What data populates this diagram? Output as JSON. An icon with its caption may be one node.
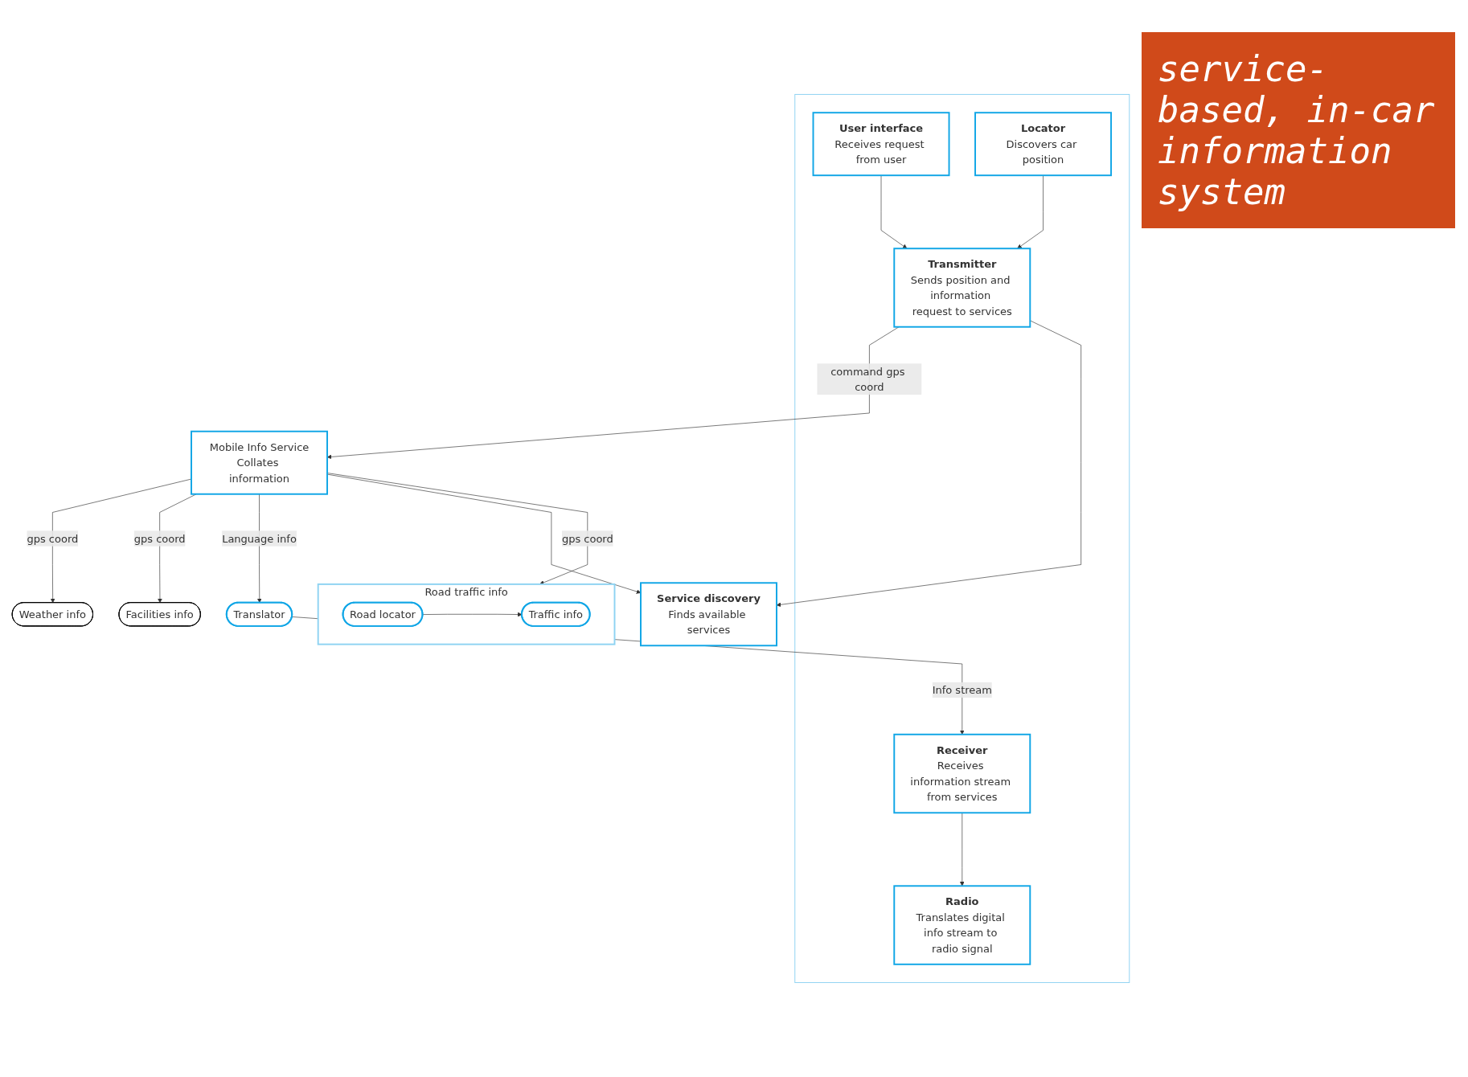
{
  "diagram": {
    "nodes": [
      {
        "text": [
          "Weather info"
        ]
      },
      {
        "text": [
          "Facilities info"
        ]
      },
      {
        "text": [
          "Road traffic info"
        ]
      },
      {
        "text": [
          "Road locator"
        ],
        "in": 2
      },
      {
        "text": [
          "Traffic info"
        ],
        "in": 2
      },
      {
        "text": [
          "Translator"
        ]
      },
      {
        "text": [
          "Mobile Info Service",
          "Collates information"
        ]
      },
      {
        "text": [
          "Service discovery",
          "Finds available services"
        ]
      },
      {
        "text": [],
        "shape": "box"
      },
      {
        "text": [
          "Receiver",
          "Receives information stream from services"
        ],
        "in": 8
      },
      {
        "text": [
          "Transmitter",
          "Sends position and information request to services"
        ],
        "in": 8
      },
      {
        "text": [
          "User interface",
          "Receives request from user"
        ],
        "in": 8
      },
      {
        "text": [
          "Radio",
          "Translates digital info stream to radio signal"
        ],
        "in": 8
      },
      {
        "text": [
          "Locator",
          "Discovers car position"
        ],
        "in": 8
      }
    ],
    "edges": [
      {
        "from": 3,
        "to": 4,
        "arrow": "to"
      },
      {
        "from": 6,
        "to": 0,
        "arrow": "to",
        "label": "gps coord"
      },
      {
        "from": 6,
        "to": 1,
        "arrow": "to",
        "label": "gps coord"
      },
      {
        "from": 6,
        "to": 2,
        "arrow": "to",
        "label": "gps coord"
      },
      {
        "from": 6,
        "to": 5,
        "arrow": "to",
        "label": "Language info"
      },
      {
        "from": 6,
        "to": 7,
        "arrow": "to"
      },
      {
        "from": 5,
        "to": 9,
        "arrow": "to",
        "label": "Info stream"
      },
      {
        "from": 10,
        "to": 6,
        "arrow": "to",
        "label": "command gps coord"
      },
      {
        "from": 10,
        "to": 7,
        "arrow": "to"
      },
      {
        "from": 11,
        "to": 10,
        "arrow": "to"
      },
      {
        "from": 9,
        "to": 12,
        "arrow": "to"
      },
      {
        "from": 13,
        "to": 10,
        "arrow": "to"
      }
    ],
    "labels": [
      "service-based, in-car information system"
    ]
  }
}
